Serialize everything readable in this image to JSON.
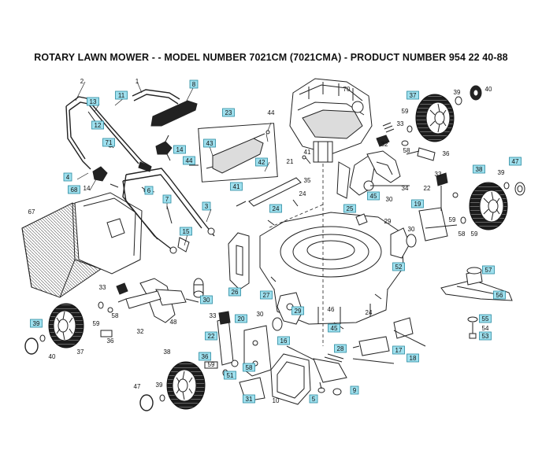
{
  "title": "ROTARY LAWN MOWER - - MODEL NUMBER 7021CM (7021CMA) - PRODUCT NUMBER 954 22 40-88",
  "plain_labels": [
    "1",
    "2",
    "3",
    "3",
    "4",
    "5",
    "10",
    "14",
    "15",
    "16",
    "17",
    "18",
    "19",
    "20",
    "21",
    "22",
    "23",
    "24",
    "24",
    "24",
    "25",
    "26",
    "27",
    "28",
    "29",
    "30",
    "30",
    "30",
    "30",
    "32",
    "32",
    "33",
    "33",
    "33",
    "33",
    "34",
    "35",
    "36",
    "36",
    "37",
    "38",
    "39",
    "39",
    "39",
    "40",
    "40",
    "41",
    "42",
    "43",
    "44",
    "45",
    "46",
    "47",
    "47",
    "48",
    "51",
    "52",
    "53",
    "54",
    "55",
    "56",
    "57",
    "58",
    "58",
    "58",
    "59",
    "59",
    "59",
    "59",
    "6",
    "67",
    "68",
    "7",
    "70",
    "71",
    "8",
    "9",
    "11",
    "12",
    "13"
  ],
  "callouts": [
    {
      "id": "c1",
      "text": "1"
    },
    {
      "id": "c2",
      "text": "2"
    },
    {
      "id": "c3",
      "text": "3"
    },
    {
      "id": "c4",
      "text": "4"
    },
    {
      "id": "c5",
      "text": "5"
    },
    {
      "id": "c6",
      "text": "6"
    },
    {
      "id": "c7",
      "text": "7"
    },
    {
      "id": "c8",
      "text": "8"
    },
    {
      "id": "c9",
      "text": "9"
    },
    {
      "id": "c10",
      "text": "10"
    },
    {
      "id": "c11",
      "text": "11"
    },
    {
      "id": "c12",
      "text": "12"
    },
    {
      "id": "c13",
      "text": "13"
    },
    {
      "id": "c14a",
      "text": "14"
    },
    {
      "id": "c14b",
      "text": "14"
    },
    {
      "id": "c15",
      "text": "15"
    },
    {
      "id": "c16",
      "text": "16"
    },
    {
      "id": "c17",
      "text": "17"
    },
    {
      "id": "c18",
      "text": "18"
    },
    {
      "id": "c19",
      "text": "19"
    },
    {
      "id": "c20",
      "text": "20"
    },
    {
      "id": "c21",
      "text": "21"
    },
    {
      "id": "c22a",
      "text": "22"
    },
    {
      "id": "c22b",
      "text": "22"
    },
    {
      "id": "c23",
      "text": "23"
    },
    {
      "id": "c24a",
      "text": "24"
    },
    {
      "id": "c24b",
      "text": "24"
    },
    {
      "id": "c24c",
      "text": "24"
    },
    {
      "id": "c25",
      "text": "25"
    },
    {
      "id": "c26",
      "text": "26"
    },
    {
      "id": "c27",
      "text": "27"
    },
    {
      "id": "c28",
      "text": "28"
    },
    {
      "id": "c29a",
      "text": "29"
    },
    {
      "id": "c29b",
      "text": "29"
    },
    {
      "id": "c30a",
      "text": "30"
    },
    {
      "id": "c30b",
      "text": "30"
    },
    {
      "id": "c30c",
      "text": "30"
    },
    {
      "id": "c30d",
      "text": "30"
    },
    {
      "id": "c31",
      "text": "31"
    },
    {
      "id": "c32a",
      "text": "32"
    },
    {
      "id": "c32b",
      "text": "32"
    },
    {
      "id": "c33a",
      "text": "33"
    },
    {
      "id": "c33b",
      "text": "33"
    },
    {
      "id": "c33c",
      "text": "33"
    },
    {
      "id": "c33d",
      "text": "33"
    },
    {
      "id": "c34",
      "text": "34"
    },
    {
      "id": "c35",
      "text": "35"
    },
    {
      "id": "c36a",
      "text": "36"
    },
    {
      "id": "c36b",
      "text": "36"
    },
    {
      "id": "c36c",
      "text": "36"
    },
    {
      "id": "c37a",
      "text": "37"
    },
    {
      "id": "c37b",
      "text": "37"
    },
    {
      "id": "c38a",
      "text": "38"
    },
    {
      "id": "c38b",
      "text": "38"
    },
    {
      "id": "c39a",
      "text": "39"
    },
    {
      "id": "c39b",
      "text": "39"
    },
    {
      "id": "c39c",
      "text": "39"
    },
    {
      "id": "c39d",
      "text": "39"
    },
    {
      "id": "c40a",
      "text": "40"
    },
    {
      "id": "c40b",
      "text": "40"
    },
    {
      "id": "c41a",
      "text": "41"
    },
    {
      "id": "c41b",
      "text": "41"
    },
    {
      "id": "c42",
      "text": "42"
    },
    {
      "id": "c43",
      "text": "43"
    },
    {
      "id": "c44a",
      "text": "44"
    },
    {
      "id": "c44b",
      "text": "44"
    },
    {
      "id": "c45a",
      "text": "45"
    },
    {
      "id": "c45b",
      "text": "45"
    },
    {
      "id": "c46",
      "text": "46"
    },
    {
      "id": "c47a",
      "text": "47"
    },
    {
      "id": "c47b",
      "text": "47"
    },
    {
      "id": "c48",
      "text": "48"
    },
    {
      "id": "c51",
      "text": "51"
    },
    {
      "id": "c52",
      "text": "52"
    },
    {
      "id": "c53",
      "text": "53"
    },
    {
      "id": "c54",
      "text": "54"
    },
    {
      "id": "c55",
      "text": "55"
    },
    {
      "id": "c56",
      "text": "56"
    },
    {
      "id": "c57",
      "text": "57"
    },
    {
      "id": "c58a",
      "text": "58"
    },
    {
      "id": "c58b",
      "text": "58"
    },
    {
      "id": "c58c",
      "text": "58"
    },
    {
      "id": "c58d",
      "text": "58"
    },
    {
      "id": "c59a",
      "text": "59"
    },
    {
      "id": "c59b",
      "text": "59"
    },
    {
      "id": "c59c",
      "text": "59"
    },
    {
      "id": "c59d",
      "text": "59"
    },
    {
      "id": "c59e",
      "text": "59"
    },
    {
      "id": "c67",
      "text": "67"
    },
    {
      "id": "c68",
      "text": "68"
    },
    {
      "id": "c70",
      "text": "70"
    },
    {
      "id": "c71",
      "text": "71"
    }
  ]
}
